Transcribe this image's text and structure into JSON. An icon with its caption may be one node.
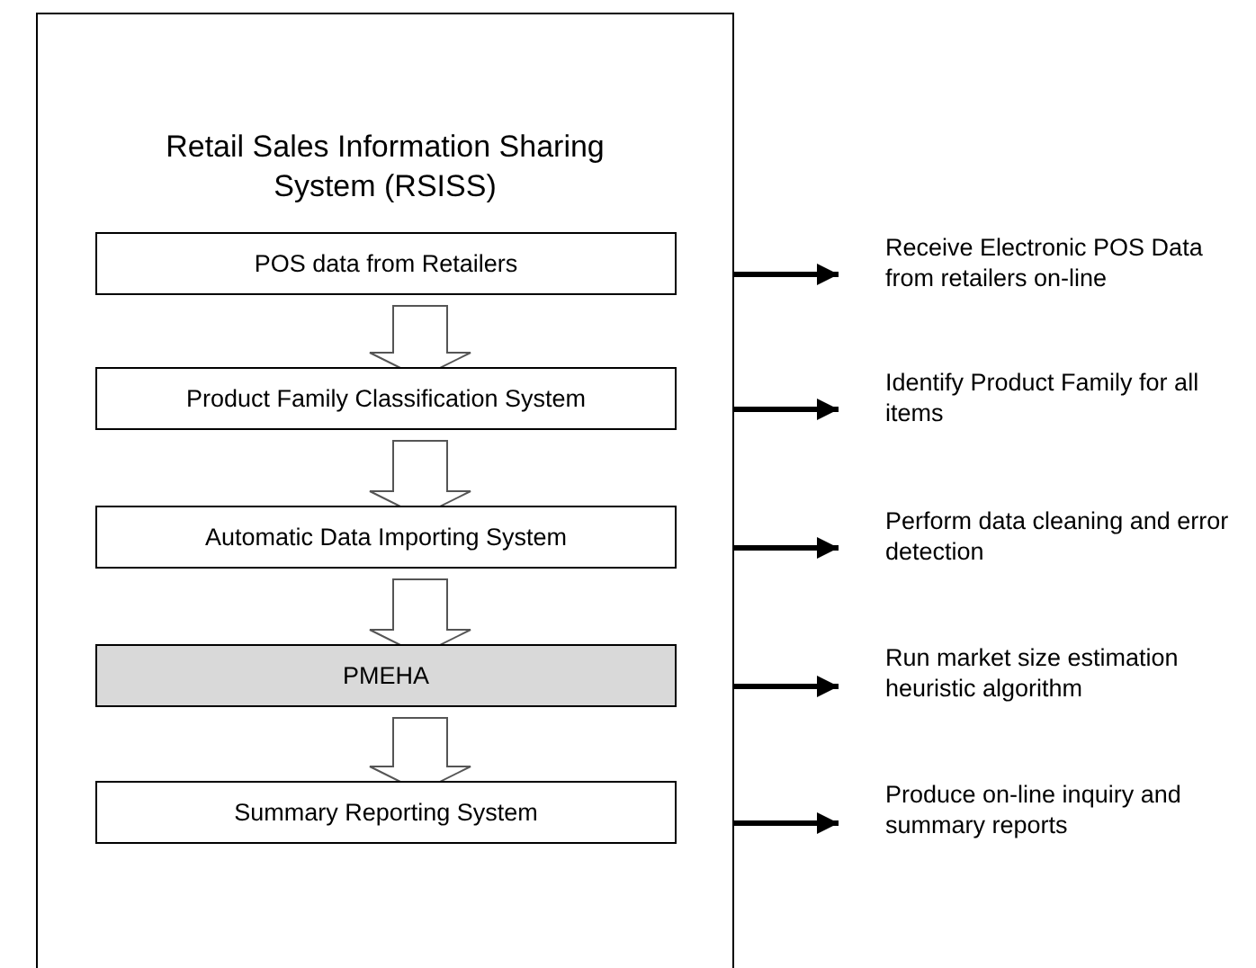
{
  "diagram": {
    "nodes": [
      {
        "text": [
          "Retail Sales Information Sharing System (RSISS)"
        ]
      },
      {
        "text": [
          "POS data from Retailers"
        ],
        "in": 0
      },
      {
        "text": [
          "Product Family Classification System"
        ],
        "in": 0
      },
      {
        "text": [
          "Automatic Data Importing System"
        ],
        "in": 0
      },
      {
        "text": [
          "PMEHA"
        ],
        "in": 0
      },
      {
        "text": [
          "Summary Reporting System"
        ],
        "in": 0
      },
      {
        "text": [
          "Receive Electronic POS Data from retailers on-line"
        ]
      },
      {
        "text": [
          "Identify Product Family for all items"
        ]
      },
      {
        "text": [
          "Perform data cleaning and error detection"
        ]
      },
      {
        "text": [
          "Run market size estimation heuristic algorithm"
        ]
      },
      {
        "text": [
          "Produce on-line inquiry and summary reports"
        ]
      }
    ],
    "edges": [
      {
        "from": 1,
        "to": 2,
        "arrow": "to"
      },
      {
        "from": 2,
        "to": 3,
        "arrow": "to"
      },
      {
        "from": 3,
        "to": 4,
        "arrow": "to"
      },
      {
        "from": 4,
        "to": 5,
        "arrow": "to"
      },
      {
        "from": 1,
        "to": 6,
        "arrow": "to"
      },
      {
        "from": 2,
        "to": 7,
        "arrow": "to"
      },
      {
        "from": 3,
        "to": 8,
        "arrow": "to"
      },
      {
        "from": 4,
        "to": 9,
        "arrow": "to"
      },
      {
        "from": 5,
        "to": 10,
        "arrow": "to"
      }
    ]
  }
}
